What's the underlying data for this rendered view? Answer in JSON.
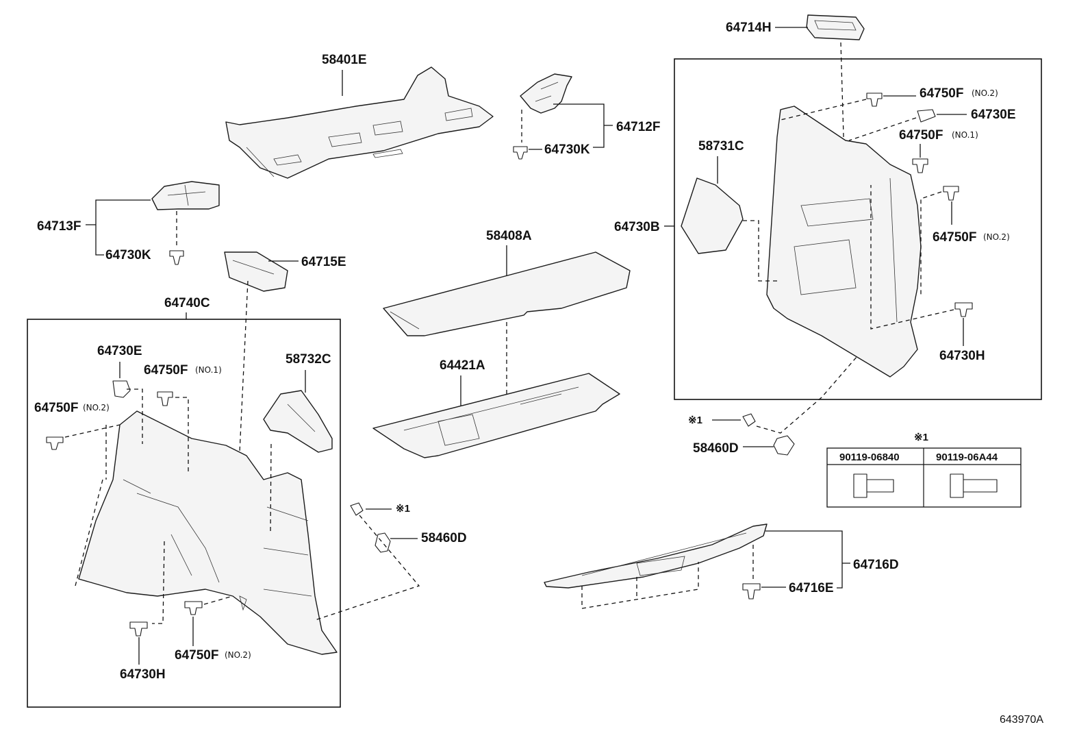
{
  "figure_id": "643970A",
  "parts": {
    "p58401E": "58401E",
    "p64712F": "64712F",
    "p64730K_top": "64730K",
    "p64714H": "64714H",
    "p64713F": "64713F",
    "p64730K_left": "64730K",
    "p64715E": "64715E",
    "p58408A": "58408A",
    "p64421A": "64421A",
    "p64740C": "64740C",
    "p64730E_left": "64730E",
    "p64750F_no1_left": "64750F",
    "p64750F_no2_left": "64750F",
    "p58732C": "58732C",
    "p58460D_mid": "58460D",
    "p64730H_left": "64730H",
    "p64750F_no2_bottom": "64750F",
    "p64730B": "64730B",
    "p58731C": "58731C",
    "p64750F_no2_r1": "64750F",
    "p64730E_right": "64730E",
    "p64750F_no1_right": "64750F",
    "p64750F_no2_r2": "64750F",
    "p64730H_right": "64730H",
    "p58460D_right": "58460D",
    "p64716D": "64716D",
    "p64716E": "64716E"
  },
  "notes": {
    "no1": "(NO.1)",
    "no2": "(NO.2)",
    "mark1": "※1"
  },
  "bolt_table": {
    "header": "※1",
    "col1": "90119-06840",
    "col2": "90119-06A44"
  }
}
